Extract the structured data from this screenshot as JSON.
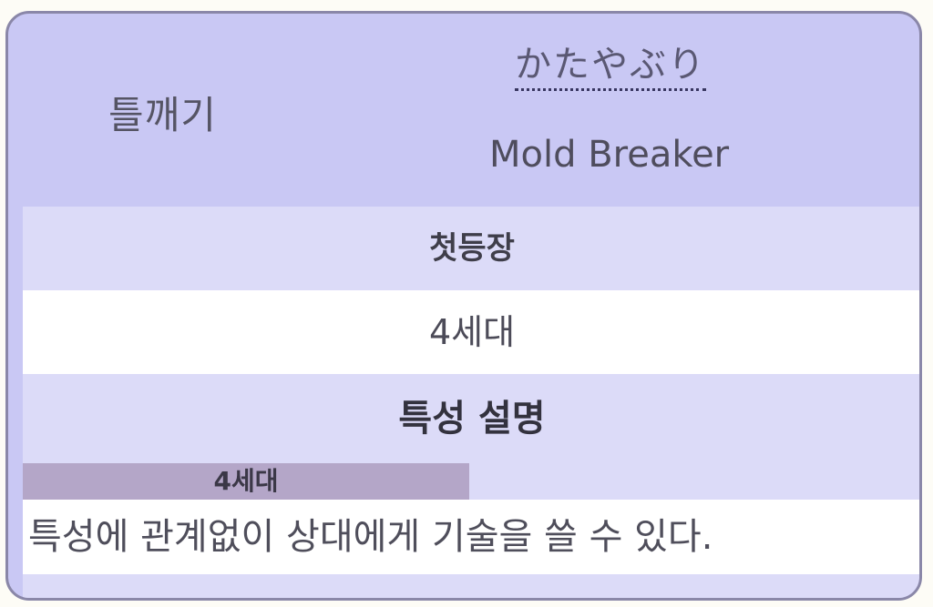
{
  "ability": {
    "name_ko": "틀깨기",
    "name_ja": "かたやぶり",
    "name_en": "Mold Breaker"
  },
  "debut": {
    "label": "첫등장",
    "value": "4세대"
  },
  "description": {
    "label": "특성 설명",
    "generation_tab": "4세대",
    "text": "특성에 관계없이 상대에게 기술을 쓸 수 있다."
  }
}
